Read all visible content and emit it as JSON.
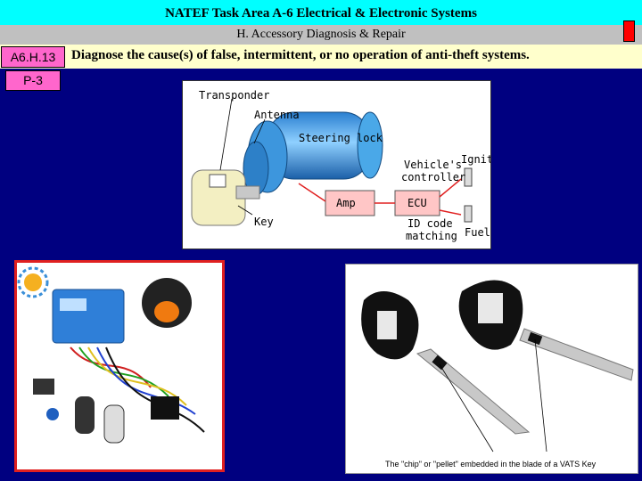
{
  "header": {
    "title": "NATEF Task Area A-6 Electrical & Electronic Systems",
    "subtitle": "H. Accessory Diagnosis & Repair"
  },
  "task": {
    "code": "A6.H.13",
    "description": "Diagnose the cause(s) of false, intermittent, or no operation of anti-theft systems.",
    "priority": "P-3"
  },
  "diagram": {
    "labels": {
      "transponder": "Transponder",
      "antenna": "Antenna",
      "steering_lock": "Steering lock",
      "vehicle_controller": "Vehicle's controller",
      "vehicle": "Vehicle's",
      "controller": "controller",
      "ignition": "Ignition",
      "amp": "Amp",
      "ecu": "ECU",
      "key": "Key",
      "id_code": "ID code",
      "matching": "matching",
      "fuel": "Fuel"
    }
  },
  "photos": {
    "key_caption": "The \"chip\" or \"pellet\" embedded in the blade of a VATS Key"
  },
  "colors": {
    "background": "#000080",
    "title_bar": "#00ffff",
    "subtitle_bar": "#c0c0c0",
    "task_bar": "#ffffcc",
    "code_box": "#ff66cc",
    "accent": "#ff0000"
  }
}
